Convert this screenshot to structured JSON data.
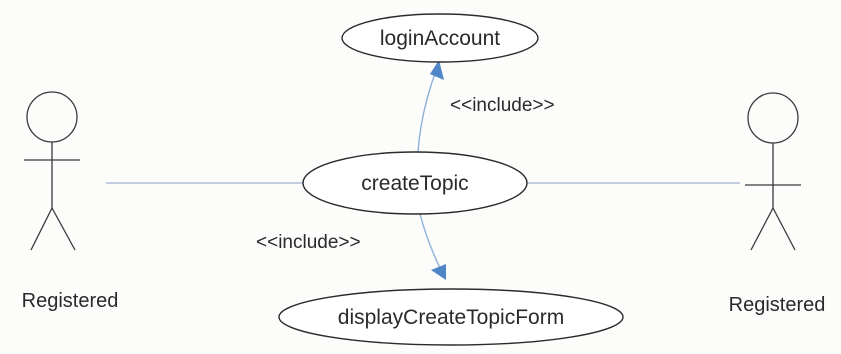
{
  "diagram": {
    "type": "use-case",
    "use_cases": {
      "top": "loginAccount",
      "center": "createTopic",
      "bottom": "displayCreateTopicForm"
    },
    "relations": {
      "include_top": "<<include>>",
      "include_bottom": "<<include>>"
    },
    "actors": {
      "left": "Registered",
      "right": "Registered"
    },
    "colors": {
      "association_line": "#aebfd6",
      "include_line": "#8fb0d8",
      "arrowhead": "#4f86c6",
      "stroke": "#2b2b2b"
    }
  }
}
